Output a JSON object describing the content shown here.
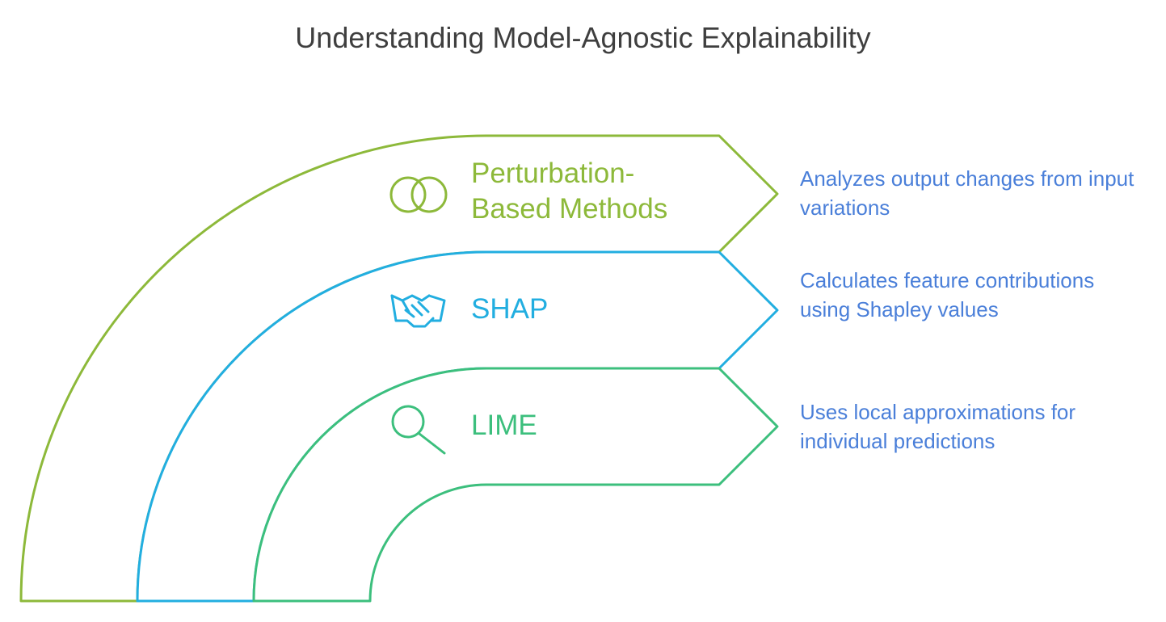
{
  "title": "Understanding Model-Agnostic Explainability",
  "colors": {
    "perturbation": "#8db93a",
    "shap": "#22aee0",
    "lime": "#3cbf7d",
    "description": "#4a7fd9",
    "title": "#3f3f3f"
  },
  "bands": [
    {
      "label_line1": "Perturbation-",
      "label_line2": "Based Methods",
      "icon": "overlapping-circles-icon",
      "description": "Analyzes output changes from input variations"
    },
    {
      "label_line1": "SHAP",
      "icon": "handshake-icon",
      "description": "Calculates feature contributions using Shapley values"
    },
    {
      "label_line1": "LIME",
      "icon": "magnifying-glass-icon",
      "description": "Uses local approximations for individual predictions"
    }
  ]
}
